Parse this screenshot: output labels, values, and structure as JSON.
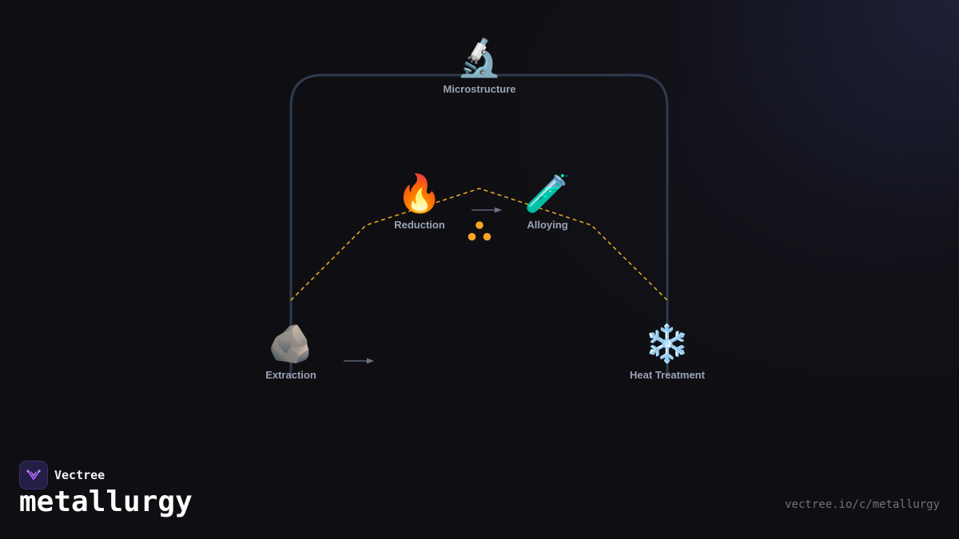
{
  "brand": {
    "name": "Vectree",
    "logo_icon": "vectree-logo-icon",
    "accent": "#9b5cf6"
  },
  "topic": "metallurgy",
  "url": "vectree.io/c/metallurgy",
  "diagram": {
    "nodes": [
      {
        "id": "extraction",
        "label": "Extraction",
        "emoji": "🪨",
        "icon": "rock-icon"
      },
      {
        "id": "reduction",
        "label": "Reduction",
        "emoji": "🔥",
        "icon": "fire-icon"
      },
      {
        "id": "microstructure",
        "label": "Microstructure",
        "emoji": "🔬",
        "icon": "microscope-icon"
      },
      {
        "id": "alloying",
        "label": "Alloying",
        "emoji": "🧪",
        "icon": "test-tube-icon"
      },
      {
        "id": "heat_treatment",
        "label": "Heat Treatment",
        "emoji": "❄️",
        "icon": "snowflake-icon"
      }
    ],
    "colors": {
      "loop": "#2f3a4d",
      "dashed": "#e0a526",
      "arrow": "#6b7489",
      "dots": "#f5a623",
      "label": "#9aa3b5"
    }
  }
}
